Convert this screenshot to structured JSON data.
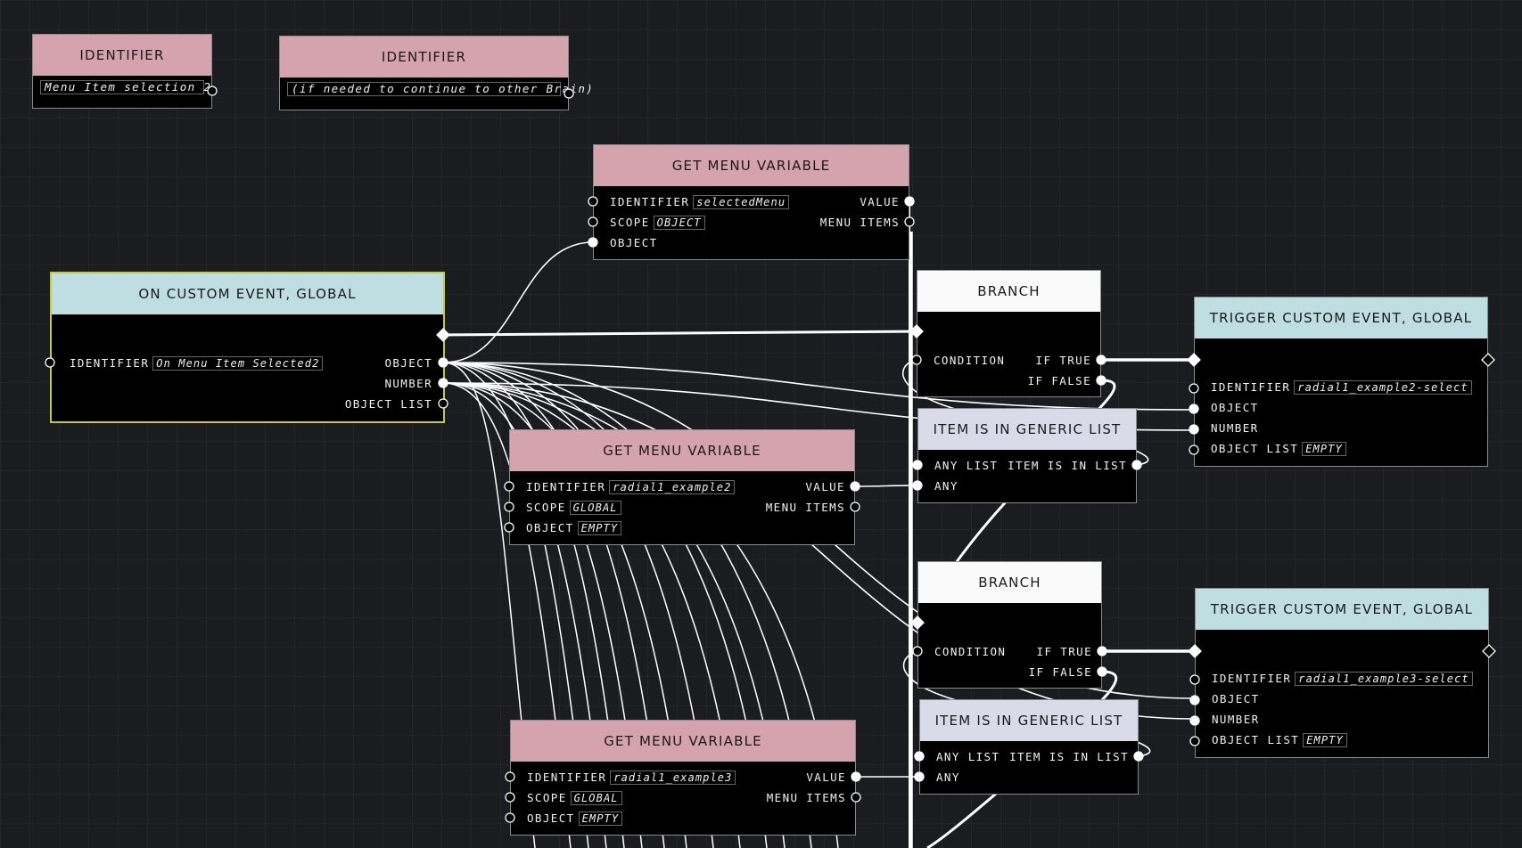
{
  "identifiers": [
    {
      "title": "IDENTIFIER",
      "value": "Menu Item selection 2"
    },
    {
      "title": "IDENTIFIER",
      "value": "(if needed to continue to other Brain)"
    }
  ],
  "custom_event": {
    "title": "ON CUSTOM EVENT, GLOBAL",
    "identifier_label": "IDENTIFIER",
    "identifier_value": "On Menu Item Selected2",
    "out_object": "OBJECT",
    "out_number": "NUMBER",
    "out_object_list": "OBJECT LIST"
  },
  "get_menu_var_1": {
    "title": "GET MENU VARIABLE",
    "identifier_label": "IDENTIFIER",
    "identifier_value": "selectedMenu",
    "scope_label": "SCOPE",
    "scope_value": "OBJECT",
    "object_label": "OBJECT",
    "value_label": "VALUE",
    "menu_items_label": "MENU ITEMS"
  },
  "get_menu_var_2": {
    "title": "GET MENU VARIABLE",
    "identifier_label": "IDENTIFIER",
    "identifier_value": "radial1_example2",
    "scope_label": "SCOPE",
    "scope_value": "GLOBAL",
    "object_label": "OBJECT",
    "object_value": "EMPTY",
    "value_label": "VALUE",
    "menu_items_label": "MENU ITEMS"
  },
  "get_menu_var_3": {
    "title": "GET MENU VARIABLE",
    "identifier_label": "IDENTIFIER",
    "identifier_value": "radial1_example3",
    "scope_label": "SCOPE",
    "scope_value": "GLOBAL",
    "object_label": "OBJECT",
    "object_value": "EMPTY",
    "value_label": "VALUE",
    "menu_items_label": "MENU ITEMS"
  },
  "branch_1": {
    "title": "BRANCH",
    "condition_label": "CONDITION",
    "if_true_label": "IF TRUE",
    "if_false_label": "IF FALSE"
  },
  "branch_2": {
    "title": "BRANCH",
    "condition_label": "CONDITION",
    "if_true_label": "IF TRUE",
    "if_false_label": "IF FALSE"
  },
  "generic_list_1": {
    "title": "ITEM IS IN GENERIC LIST",
    "any_list_label": "ANY LIST",
    "any_label": "ANY",
    "out_label": "ITEM IS IN LIST"
  },
  "generic_list_2": {
    "title": "ITEM IS IN GENERIC LIST",
    "any_list_label": "ANY LIST",
    "any_label": "ANY",
    "out_label": "ITEM IS IN LIST"
  },
  "trigger_1": {
    "title": "TRIGGER CUSTOM EVENT, GLOBAL",
    "identifier_label": "IDENTIFIER",
    "identifier_value": "radial1_example2-select",
    "object_label": "OBJECT",
    "number_label": "NUMBER",
    "object_list_label": "OBJECT LIST",
    "object_list_value": "EMPTY"
  },
  "trigger_2": {
    "title": "TRIGGER CUSTOM EVENT, GLOBAL",
    "identifier_label": "IDENTIFIER",
    "identifier_value": "radial1_example3-select",
    "object_label": "OBJECT",
    "number_label": "NUMBER",
    "object_list_label": "OBJECT LIST",
    "object_list_value": "EMPTY"
  },
  "colors": {
    "canvas": "#1b1c20",
    "node_body": "#000000",
    "header_pink": "#d5a3ad",
    "header_cyan": "#bfdee2",
    "header_white": "#fafafa",
    "header_lavender": "#d9dbe8",
    "selection": "#c9c93b",
    "wire": "#ffffff"
  }
}
